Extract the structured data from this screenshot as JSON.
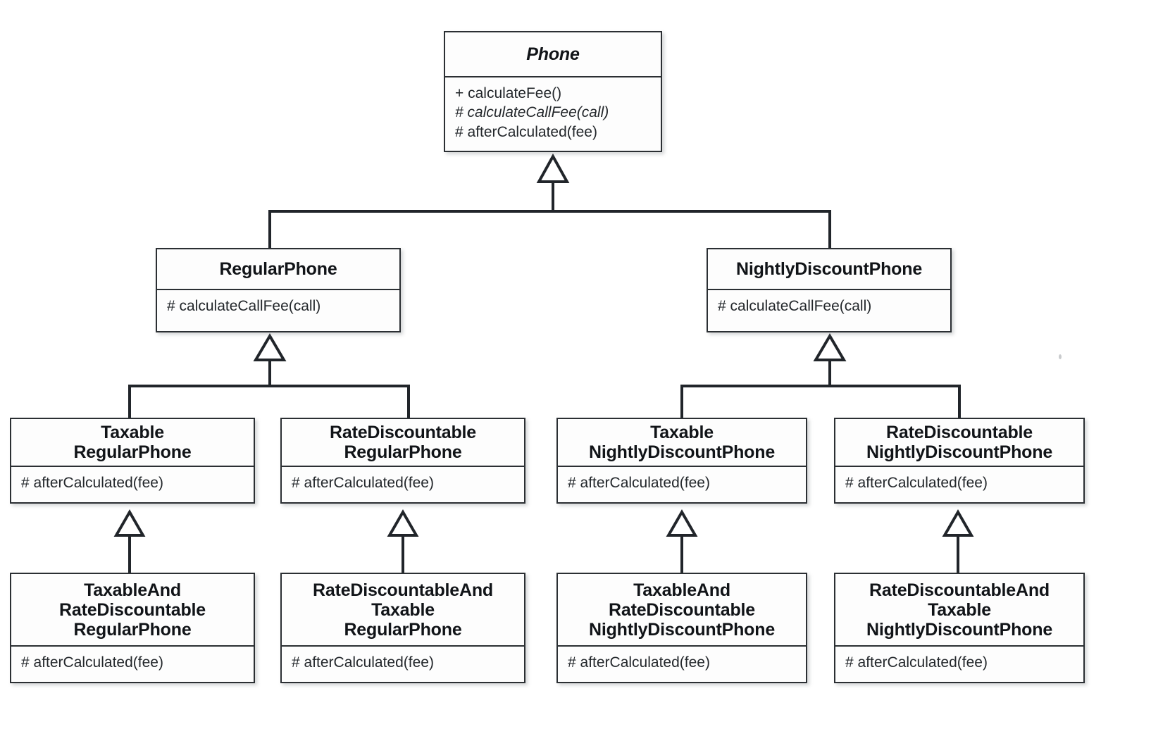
{
  "diagram": {
    "type": "uml-class-diagram",
    "title": "Phone fee calculation class hierarchy",
    "relationship": "generalization",
    "arrow_style": "hollow-triangle",
    "colors": {
      "background": "#ffffff",
      "box_fill": "#fdfdfd",
      "box_border": "#2b2f33",
      "text": "#111418",
      "edge": "#21252a"
    }
  },
  "classes": {
    "phone": {
      "name": "Phone",
      "title_lines": [
        "Phone"
      ],
      "abstract": true,
      "operations": [
        {
          "text": "+ calculateFee()",
          "abstract": false
        },
        {
          "text": "# calculateCallFee(call)",
          "abstract": true
        },
        {
          "text": "# afterCalculated(fee)",
          "abstract": false
        }
      ]
    },
    "regular_phone": {
      "name": "RegularPhone",
      "title_lines": [
        "RegularPhone"
      ],
      "abstract": false,
      "operations": [
        {
          "text": "# calculateCallFee(call)",
          "abstract": false
        }
      ]
    },
    "nightly_discount_phone": {
      "name": "NightlyDiscountPhone",
      "title_lines": [
        "NightlyDiscountPhone"
      ],
      "abstract": false,
      "operations": [
        {
          "text": "# calculateCallFee(call)",
          "abstract": false
        }
      ]
    },
    "taxable_regular_phone": {
      "name": "TaxableRegularPhone",
      "title_lines": [
        "Taxable",
        "RegularPhone"
      ],
      "abstract": false,
      "operations": [
        {
          "text": "# afterCalculated(fee)",
          "abstract": false
        }
      ]
    },
    "rate_discountable_regular_phone": {
      "name": "RateDiscountableRegularPhone",
      "title_lines": [
        "RateDiscountable",
        "RegularPhone"
      ],
      "abstract": false,
      "operations": [
        {
          "text": "# afterCalculated(fee)",
          "abstract": false
        }
      ]
    },
    "taxable_nightly_discount_phone": {
      "name": "TaxableNightlyDiscountPhone",
      "title_lines": [
        "Taxable",
        "NightlyDiscountPhone"
      ],
      "abstract": false,
      "operations": [
        {
          "text": "# afterCalculated(fee)",
          "abstract": false
        }
      ]
    },
    "rate_discountable_nightly_discount_phone": {
      "name": "RateDiscountableNightlyDiscountPhone",
      "title_lines": [
        "RateDiscountable",
        "NightlyDiscountPhone"
      ],
      "abstract": false,
      "operations": [
        {
          "text": "# afterCalculated(fee)",
          "abstract": false
        }
      ]
    },
    "taxable_and_rate_discountable_regular_phone": {
      "name": "TaxableAndRateDiscountableRegularPhone",
      "title_lines": [
        "TaxableAnd",
        "RateDiscountable",
        "RegularPhone"
      ],
      "abstract": false,
      "operations": [
        {
          "text": "# afterCalculated(fee)",
          "abstract": false
        }
      ]
    },
    "rate_discountable_and_taxable_regular_phone": {
      "name": "RateDiscountableAndTaxableRegularPhone",
      "title_lines": [
        "RateDiscountableAnd",
        "Taxable",
        "RegularPhone"
      ],
      "abstract": false,
      "operations": [
        {
          "text": "# afterCalculated(fee)",
          "abstract": false
        }
      ]
    },
    "taxable_and_rate_discountable_nightly_discount_phone": {
      "name": "TaxableAndRateDiscountableNightlyDiscountPhone",
      "title_lines": [
        "TaxableAnd",
        "RateDiscountable",
        "NightlyDiscountPhone"
      ],
      "abstract": false,
      "operations": [
        {
          "text": "# afterCalculated(fee)",
          "abstract": false
        }
      ]
    },
    "rate_discountable_and_taxable_nightly_discount_phone": {
      "name": "RateDiscountableAndTaxableNightlyDiscountPhone",
      "title_lines": [
        "RateDiscountableAnd",
        "Taxable",
        "NightlyDiscountPhone"
      ],
      "abstract": false,
      "operations": [
        {
          "text": "# afterCalculated(fee)",
          "abstract": false
        }
      ]
    }
  },
  "generalizations": [
    {
      "child": "RegularPhone",
      "parent": "Phone"
    },
    {
      "child": "NightlyDiscountPhone",
      "parent": "Phone"
    },
    {
      "child": "TaxableRegularPhone",
      "parent": "RegularPhone"
    },
    {
      "child": "RateDiscountableRegularPhone",
      "parent": "RegularPhone"
    },
    {
      "child": "TaxableNightlyDiscountPhone",
      "parent": "NightlyDiscountPhone"
    },
    {
      "child": "RateDiscountableNightlyDiscountPhone",
      "parent": "NightlyDiscountPhone"
    },
    {
      "child": "TaxableAndRateDiscountableRegularPhone",
      "parent": "TaxableRegularPhone"
    },
    {
      "child": "RateDiscountableAndTaxableRegularPhone",
      "parent": "RateDiscountableRegularPhone"
    },
    {
      "child": "TaxableAndRateDiscountableNightlyDiscountPhone",
      "parent": "TaxableNightlyDiscountPhone"
    },
    {
      "child": "RateDiscountableAndTaxableNightlyDiscountPhone",
      "parent": "RateDiscountableNightlyDiscountPhone"
    }
  ]
}
